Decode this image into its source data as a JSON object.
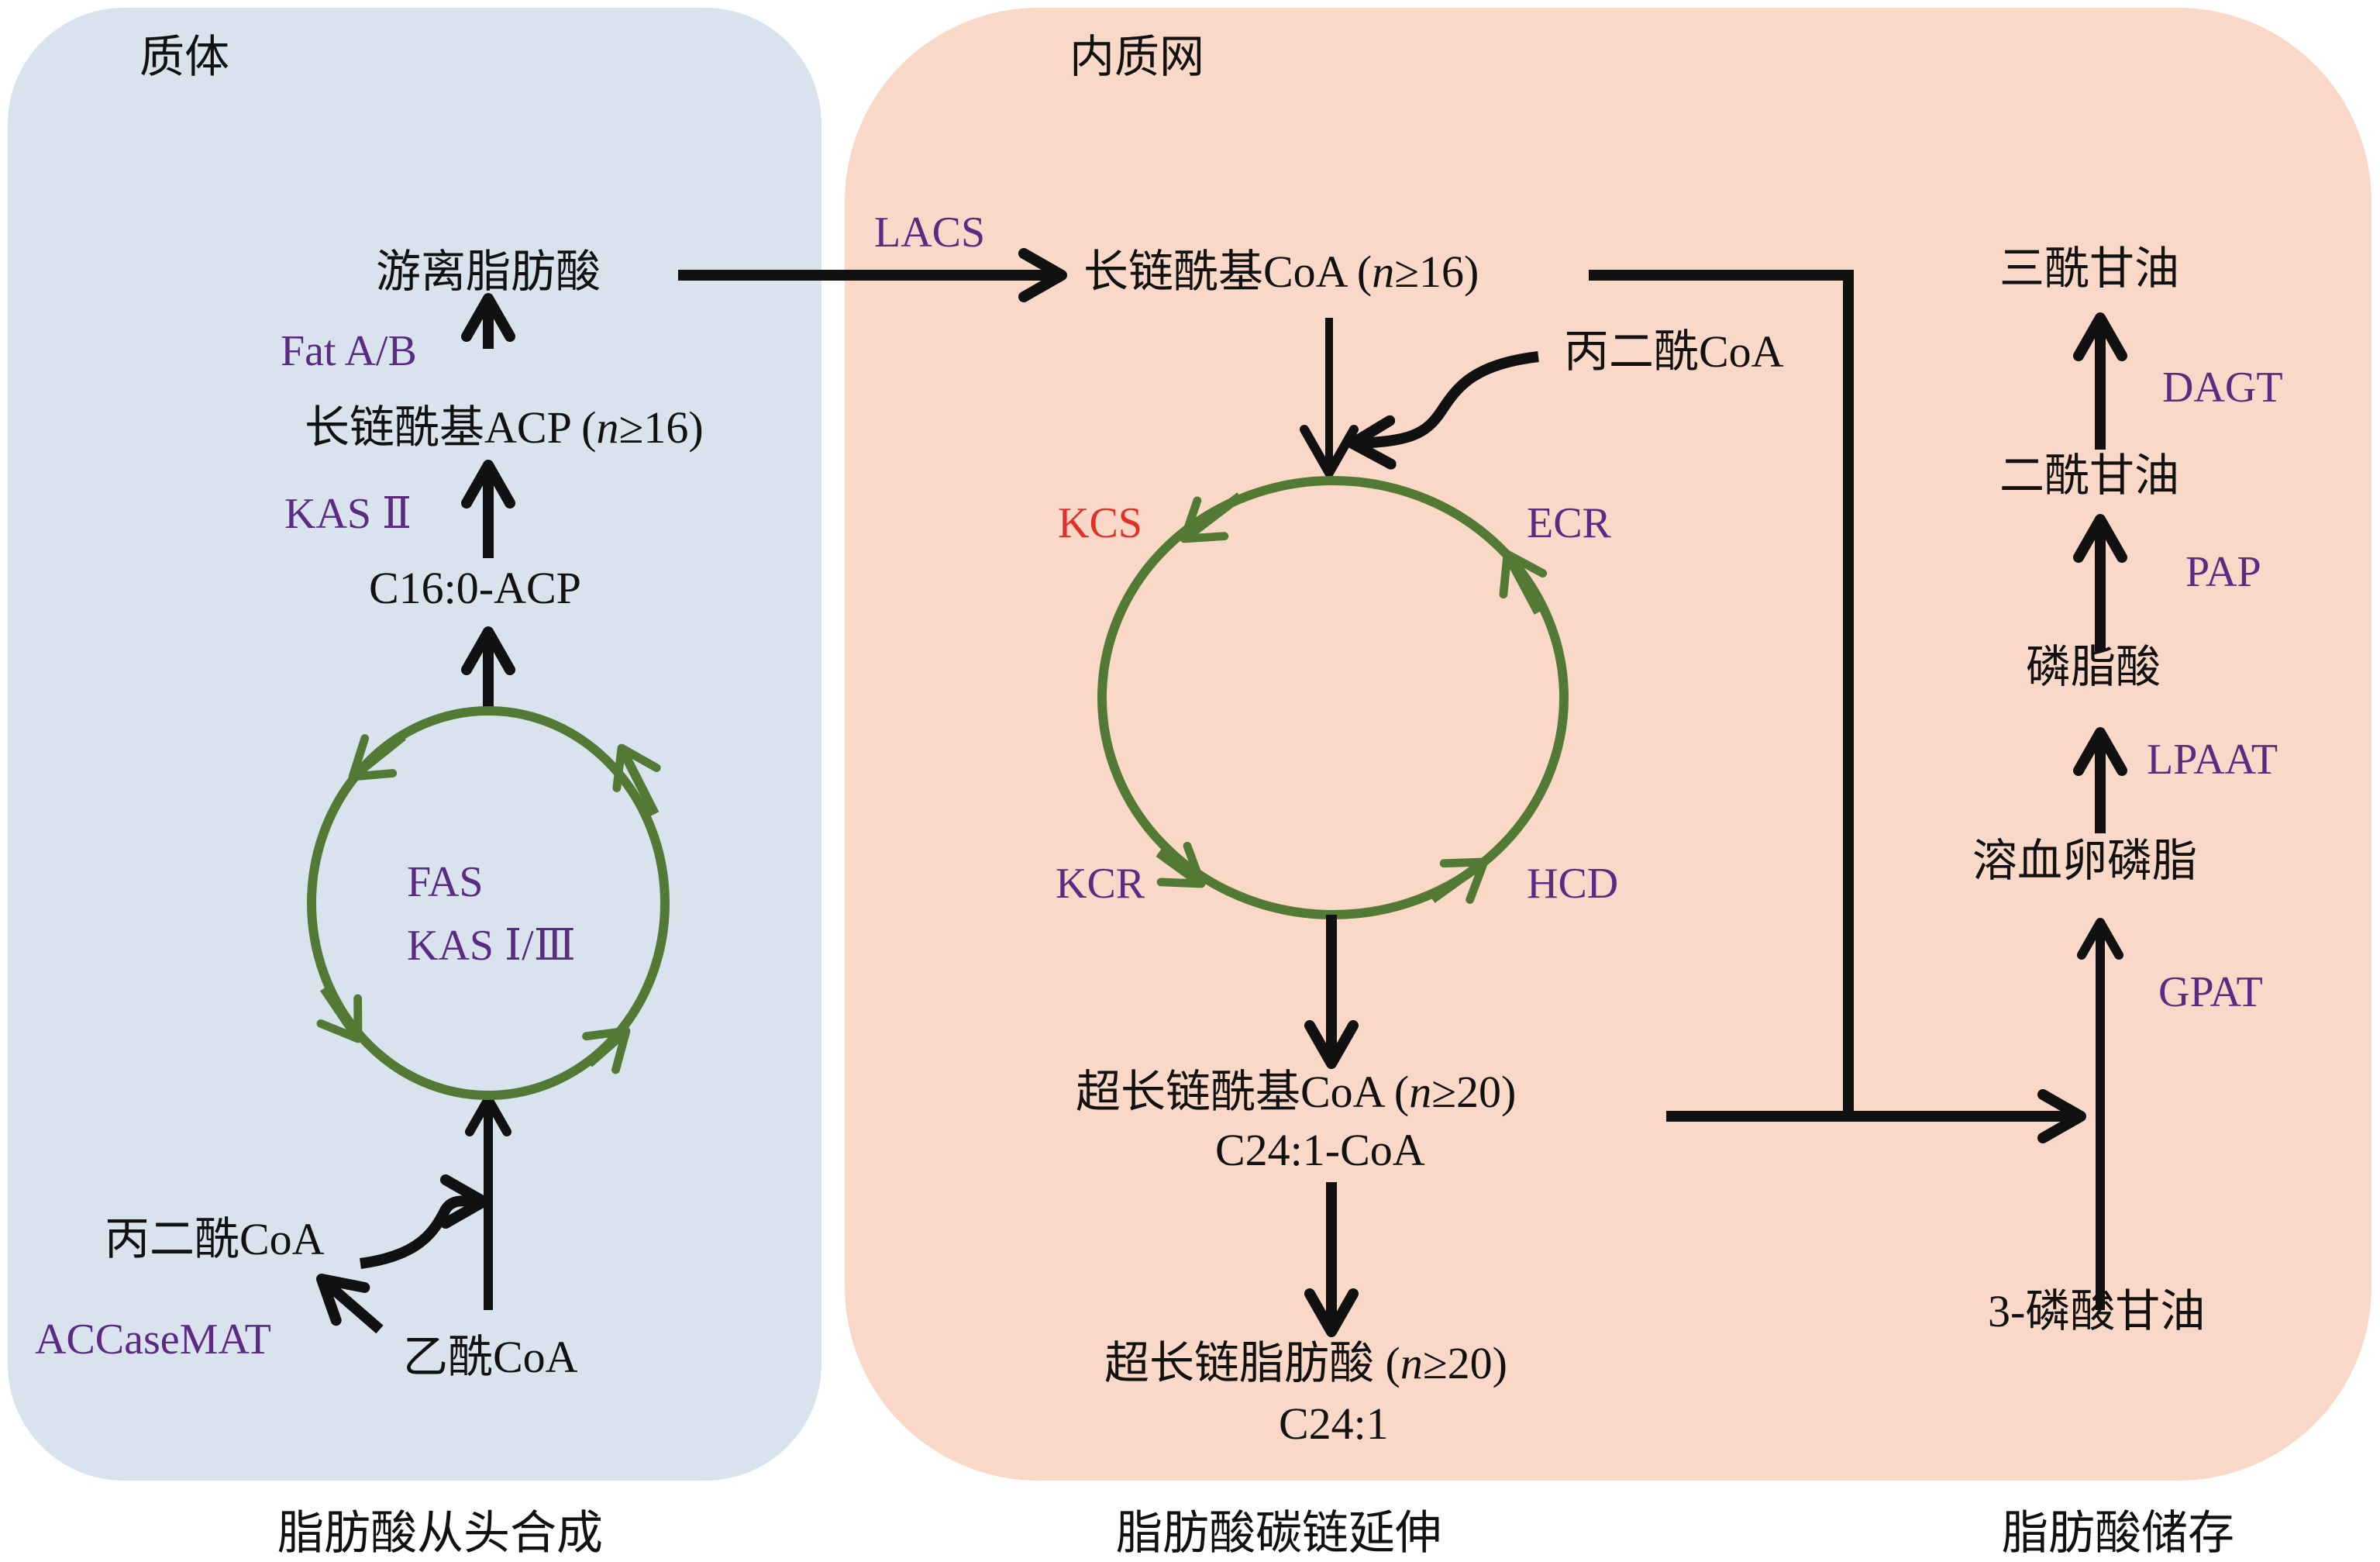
{
  "compartments": {
    "plastid": {
      "label": "质体",
      "color": "#d8e3ee"
    },
    "er": {
      "label": "内质网",
      "color": "#f9d8c7"
    }
  },
  "captions": {
    "denovo": "脂肪酸从头合成",
    "elongation": "脂肪酸碳链延伸",
    "storage": "脂肪酸储存"
  },
  "plastid": {
    "free_fa": "游离脂肪酸",
    "fat_ab": "Fat A/B",
    "lc_acyl_acp": {
      "text": "长链酰基ACP (",
      "var": "n",
      "rest": "≥16)"
    },
    "kas2": "KAS Ⅱ",
    "c16_acp": "C16:0-ACP",
    "cycle_enzymes": [
      "FAS",
      "KAS Ⅰ/Ⅲ"
    ],
    "malonyl_coa": "丙二酰CoA",
    "accase": "ACCaseMAT",
    "acetyl_coa": "乙酰CoA"
  },
  "er": {
    "lacs": "LACS",
    "lc_acyl_coa": {
      "text": "长链酰基CoA (",
      "var": "n",
      "rest": "≥16)"
    },
    "malonyl_coa": "丙二酰CoA",
    "cycle_enzymes": {
      "kcs": "KCS",
      "ecr": "ECR",
      "kcr": "KCR",
      "hcd": "HCD"
    },
    "vlc_acyl_coa": {
      "text": "超长链酰基CoA (",
      "var": "n",
      "rest": "≥20)"
    },
    "c24_1_coa": "C24:1-CoA",
    "vlcfa": {
      "text": "超长链脂肪酸 (",
      "var": "n",
      "rest": "≥20)"
    },
    "c24_1": "C24:1"
  },
  "storage": {
    "tag": "三酰甘油",
    "dagt": "DAGT",
    "dag": "二酰甘油",
    "pap": "PAP",
    "pa": "磷脂酸",
    "lpaat": "LPAAT",
    "lpa": "溶血卵磷脂",
    "gpat": "GPAT",
    "g3p": "3-磷酸甘油"
  },
  "colors": {
    "enzyme": "#5b2a82",
    "kcs_highlight": "#e0302a",
    "cycle": "#537a35",
    "arrow": "#111111"
  }
}
